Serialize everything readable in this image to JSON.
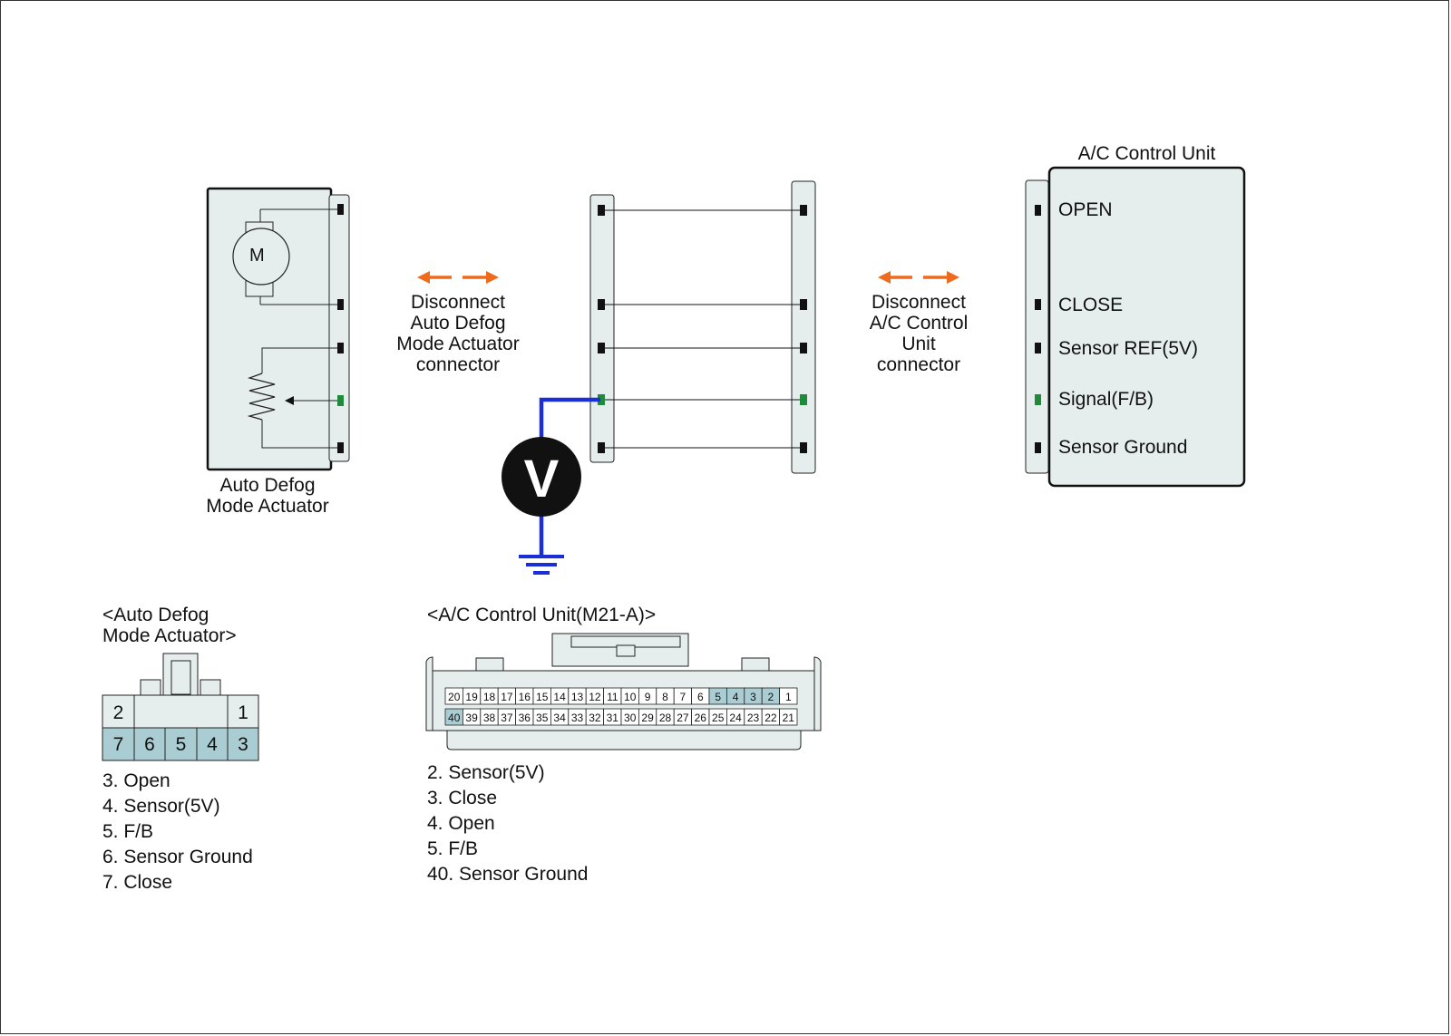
{
  "actuator": {
    "name_line1": "Auto Defog",
    "name_line2": "Mode Actuator",
    "motor_symbol": "M"
  },
  "disconnect_left": {
    "line1": "Disconnect",
    "line2": "Auto Defog",
    "line3": "Mode Actuator",
    "line4": "connector"
  },
  "disconnect_right": {
    "line1": "Disconnect",
    "line2": "A/C Control",
    "line3": "Unit",
    "line4": "connector"
  },
  "meter_symbol": "V",
  "control_unit": {
    "title": "A/C Control Unit",
    "pins": [
      {
        "label": "OPEN",
        "highlight": false
      },
      {
        "label": "CLOSE",
        "highlight": false
      },
      {
        "label": "Sensor REF(5V)",
        "highlight": false
      },
      {
        "label": "Signal(F/B)",
        "highlight": true
      },
      {
        "label": "Sensor Ground",
        "highlight": false
      }
    ]
  },
  "actuator_connector": {
    "title_line1": "<Auto Defog",
    "title_line2": "Mode Actuator>",
    "top_row": [
      "2",
      "1"
    ],
    "bottom_row": [
      "7",
      "6",
      "5",
      "4",
      "3"
    ],
    "legend": [
      {
        "text": "3. Open",
        "highlight": false
      },
      {
        "text": "4. Sensor(5V)",
        "highlight": false
      },
      {
        "text": "5. F/B",
        "highlight": true
      },
      {
        "text": "6. Sensor Ground",
        "highlight": false
      },
      {
        "text": "7. Close",
        "highlight": false
      }
    ]
  },
  "unit_connector": {
    "title": "<A/C Control Unit(M21-A)>",
    "top_row": [
      "20",
      "19",
      "18",
      "17",
      "16",
      "15",
      "14",
      "13",
      "12",
      "11",
      "10",
      "9",
      "8",
      "7",
      "6",
      "5",
      "4",
      "3",
      "2",
      "1"
    ],
    "bottom_row": [
      "40",
      "39",
      "38",
      "37",
      "36",
      "35",
      "34",
      "33",
      "32",
      "31",
      "30",
      "29",
      "28",
      "27",
      "26",
      "25",
      "24",
      "23",
      "22",
      "21"
    ],
    "shaded_pins": [
      "5",
      "4",
      "3",
      "2",
      "40"
    ],
    "legend": [
      {
        "text": "2. Sensor(5V)",
        "highlight": false
      },
      {
        "text": "3. Close",
        "highlight": false
      },
      {
        "text": "4. Open",
        "highlight": false
      },
      {
        "text": "5. F/B",
        "highlight": true
      },
      {
        "text": "40. Sensor Ground",
        "highlight": false
      }
    ]
  },
  "colors": {
    "panel_fill": "#e6eded",
    "shaded_pin": "#a9cdd3",
    "signal_green": "#1f8a3a",
    "meter_wire": "#1a2fd6",
    "arrow_orange": "#ee6a1c"
  }
}
